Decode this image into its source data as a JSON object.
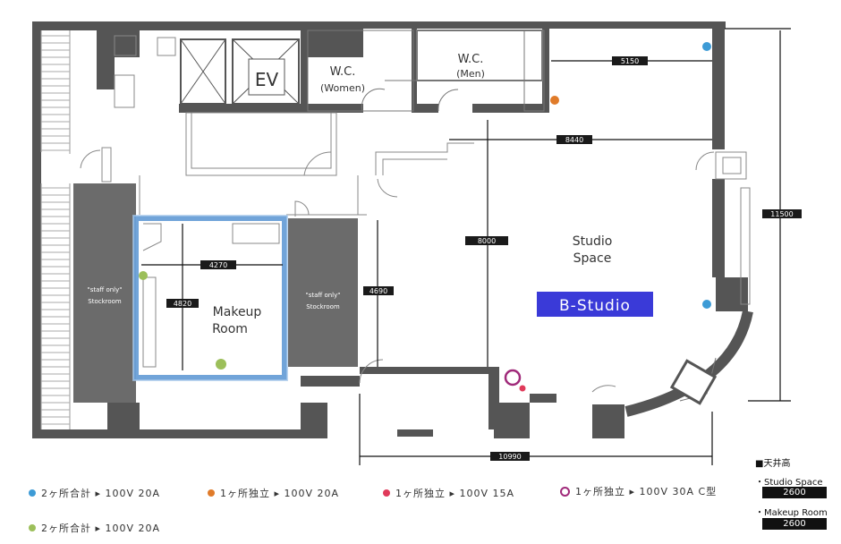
{
  "rooms": {
    "ev": "EV",
    "wc_women_title": "W.C.",
    "wc_women_sub": "(Women)",
    "wc_men_title": "W.C.",
    "wc_men_sub": "(Men)",
    "studio_line1": "Studio",
    "studio_line2": "Space",
    "makeup_line1": "Makeup",
    "makeup_line2": "Room",
    "stock_left_line1": "\"staff only\"",
    "stock_left_line2": "Stockroom",
    "stock_mid_line1": "\"staff only\"",
    "stock_mid_line2": "Stockroom"
  },
  "badge": {
    "text": "B-Studio",
    "color": "#3a3ad8"
  },
  "dimensions": {
    "d5150": "5150",
    "d8440": "8440",
    "d11500": "11500",
    "d8000": "8000",
    "d4270": "4270",
    "d4820": "4820",
    "d4690": "4690",
    "d10990": "10990"
  },
  "legend": [
    {
      "text": "2ヶ所合計 ▸ 100V 20A",
      "color": "#3d9bd6",
      "marker": "dot"
    },
    {
      "text": "1ヶ所独立 ▸ 100V 20A",
      "color": "#e07b2a",
      "marker": "dot"
    },
    {
      "text": "1ヶ所独立 ▸ 100V 15A",
      "color": "#e03a5a",
      "marker": "dot"
    },
    {
      "text": "1ヶ所独立 ▸ 100V 30A C型",
      "color": "#a02a7a",
      "marker": "ring"
    },
    {
      "text": "2ヶ所合計 ▸ 100V 20A",
      "color": "#9cbf5a",
      "marker": "dot"
    }
  ],
  "ceiling": {
    "title": "■天井高",
    "studio_label": "・Studio Space",
    "studio_value": "2600",
    "makeup_label": "・Makeup Room",
    "makeup_value": "2600"
  },
  "colors": {
    "wall": "#555555",
    "stockroom": "#6b6b6b",
    "makeup_border": "#6aa0d8"
  }
}
